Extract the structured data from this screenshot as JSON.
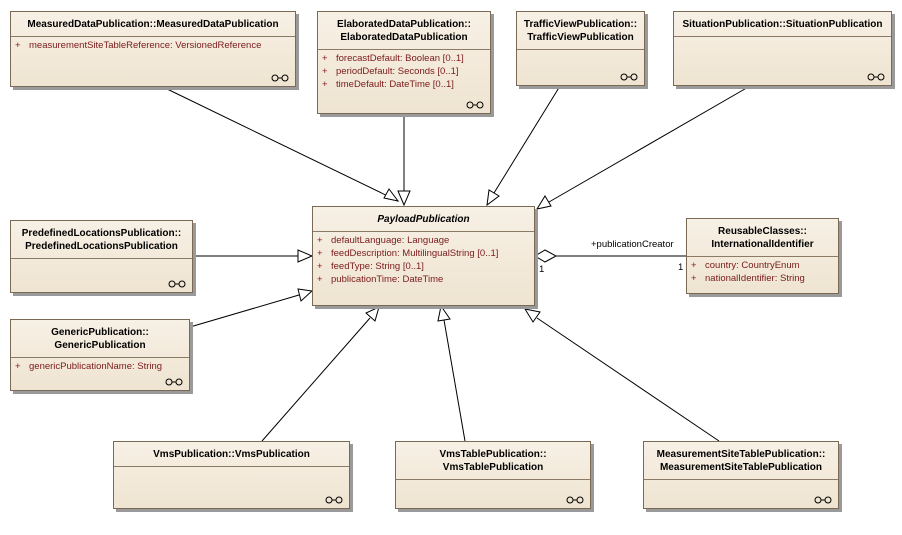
{
  "classes": {
    "measured": {
      "title1": "MeasuredDataPublication::MeasuredDataPublication",
      "attrs": [
        {
          "vis": "+",
          "text": "measurementSiteTableReference:  VersionedReference"
        }
      ]
    },
    "elaborated": {
      "title1": "ElaboratedDataPublication::",
      "title2": "ElaboratedDataPublication",
      "attrs": [
        {
          "vis": "+",
          "text": "forecastDefault:  Boolean [0..1]"
        },
        {
          "vis": "+",
          "text": "periodDefault:  Seconds [0..1]"
        },
        {
          "vis": "+",
          "text": "timeDefault:  DateTime [0..1]"
        }
      ]
    },
    "traffic": {
      "title1": "TrafficViewPublication::",
      "title2": "TrafficViewPublication"
    },
    "situation": {
      "title1": "SituationPublication::SituationPublication"
    },
    "predefined": {
      "title1": "PredefinedLocationsPublication::",
      "title2": "PredefinedLocationsPublication"
    },
    "payload": {
      "title1": "PayloadPublication",
      "attrs": [
        {
          "vis": "+",
          "text": "defaultLanguage:  Language"
        },
        {
          "vis": "+",
          "text": "feedDescription:  MultilingualString [0..1]"
        },
        {
          "vis": "+",
          "text": "feedType:  String [0..1]"
        },
        {
          "vis": "+",
          "text": "publicationTime:  DateTime"
        }
      ]
    },
    "reusable": {
      "title1": "ReusableClasses::",
      "title2": "InternationalIdentifier",
      "attrs": [
        {
          "vis": "+",
          "text": "country:  CountryEnum"
        },
        {
          "vis": "+",
          "text": "nationalIdentifier:  String"
        }
      ]
    },
    "generic": {
      "title1": "GenericPublication::",
      "title2": "GenericPublication",
      "attrs": [
        {
          "vis": "+",
          "text": "genericPublicationName:  String"
        }
      ]
    },
    "vms": {
      "title1": "VmsPublication::VmsPublication"
    },
    "vmstable": {
      "title1": "VmsTablePublication::",
      "title2": "VmsTablePublication"
    },
    "mstable": {
      "title1": "MeasurementSiteTablePublication::",
      "title2": "MeasurementSiteTablePublication"
    }
  },
  "association": {
    "role": "+publicationCreator",
    "mult_source": "1",
    "mult_target": "1"
  }
}
